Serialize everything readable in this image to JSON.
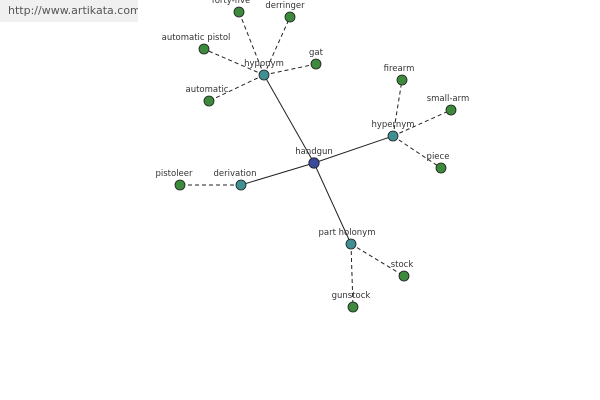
{
  "banner": {
    "url_text": "http://www.artikata.com"
  },
  "colors": {
    "center": "#3a4a9c",
    "relation": "#3f8f94",
    "leaf": "#3d8a3c",
    "edge": "#222222"
  },
  "graph": {
    "nodes": [
      {
        "id": "handgun",
        "label": "handgun",
        "kind": "center"
      },
      {
        "id": "hyponym",
        "label": "hyponym",
        "kind": "relation"
      },
      {
        "id": "hypernym",
        "label": "hypernym",
        "kind": "relation"
      },
      {
        "id": "derivation",
        "label": "derivation",
        "kind": "relation"
      },
      {
        "id": "part-holonym",
        "label": "part holonym",
        "kind": "relation"
      },
      {
        "id": "forty-five",
        "label": "forty-five",
        "kind": "leaf"
      },
      {
        "id": "derringer",
        "label": "derringer",
        "kind": "leaf"
      },
      {
        "id": "gat",
        "label": "gat",
        "kind": "leaf"
      },
      {
        "id": "automatic-pistol",
        "label": "automatic pistol",
        "kind": "leaf"
      },
      {
        "id": "automatic",
        "label": "automatic",
        "kind": "leaf"
      },
      {
        "id": "firearm",
        "label": "firearm",
        "kind": "leaf"
      },
      {
        "id": "small-arm",
        "label": "small-arm",
        "kind": "leaf"
      },
      {
        "id": "piece",
        "label": "piece",
        "kind": "leaf"
      },
      {
        "id": "pistoleer",
        "label": "pistoleer",
        "kind": "leaf"
      },
      {
        "id": "stock",
        "label": "stock",
        "kind": "leaf"
      },
      {
        "id": "gunstock",
        "label": "gunstock",
        "kind": "leaf"
      }
    ],
    "edges": [
      {
        "from": "handgun",
        "to": "hyponym",
        "style": "solid"
      },
      {
        "from": "handgun",
        "to": "hypernym",
        "style": "solid"
      },
      {
        "from": "handgun",
        "to": "derivation",
        "style": "solid"
      },
      {
        "from": "handgun",
        "to": "part-holonym",
        "style": "solid"
      },
      {
        "from": "hyponym",
        "to": "forty-five",
        "style": "dashed"
      },
      {
        "from": "hyponym",
        "to": "derringer",
        "style": "dashed"
      },
      {
        "from": "hyponym",
        "to": "gat",
        "style": "dashed"
      },
      {
        "from": "hyponym",
        "to": "automatic-pistol",
        "style": "dashed"
      },
      {
        "from": "hyponym",
        "to": "automatic",
        "style": "dashed"
      },
      {
        "from": "hypernym",
        "to": "firearm",
        "style": "dashed"
      },
      {
        "from": "hypernym",
        "to": "small-arm",
        "style": "dashed"
      },
      {
        "from": "hypernym",
        "to": "piece",
        "style": "dashed"
      },
      {
        "from": "derivation",
        "to": "pistoleer",
        "style": "dashed"
      },
      {
        "from": "part-holonym",
        "to": "stock",
        "style": "dashed"
      },
      {
        "from": "part-holonym",
        "to": "gunstock",
        "style": "dashed"
      }
    ]
  }
}
